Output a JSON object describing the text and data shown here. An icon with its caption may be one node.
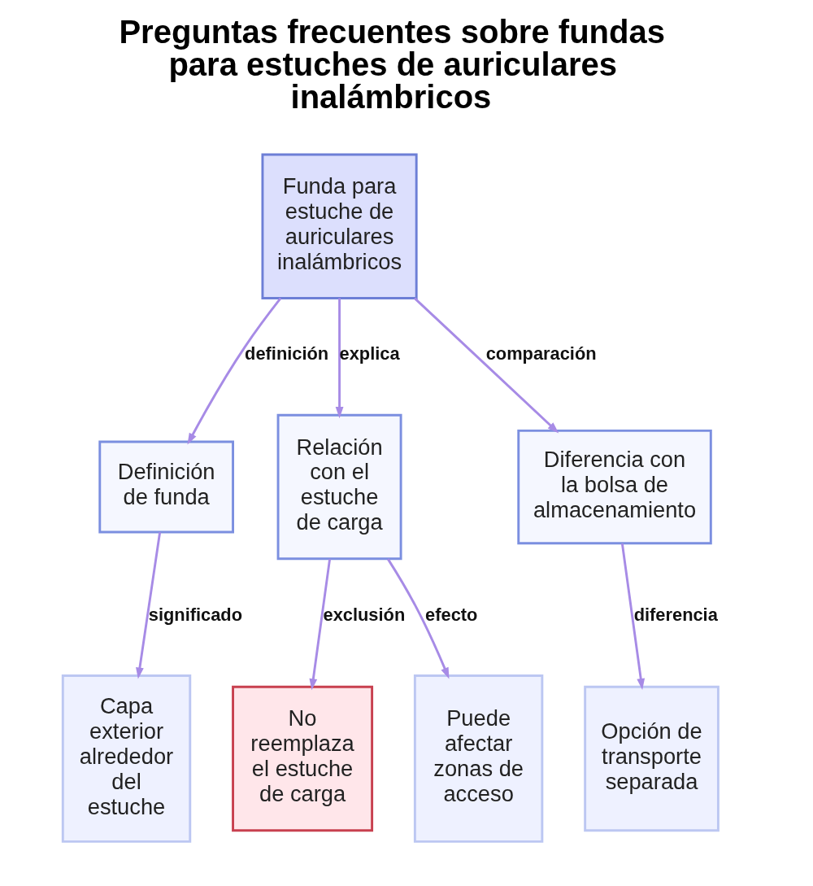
{
  "diagram": {
    "title": "Preguntas frecuentes sobre fundas para estuches de auriculares inalámbricos",
    "nodes": [
      {
        "text": [
          "Funda para estuche de auriculares inalámbricos"
        ]
      },
      {
        "text": [
          "Definición de funda"
        ]
      },
      {
        "text": [
          "Relación con el estuche de carga"
        ]
      },
      {
        "text": [
          "Diferencia con la bolsa de almacenamiento"
        ]
      },
      {
        "text": [
          "Capa exterior alrededor del estuche"
        ]
      },
      {
        "text": [
          "No reemplaza el estuche de carga"
        ]
      },
      {
        "text": [
          "Puede afectar zonas de acceso"
        ]
      },
      {
        "text": [
          "Opción de transporte separada"
        ]
      }
    ],
    "edges": [
      {
        "from": 0,
        "to": 1,
        "arrow": "to",
        "label": "definición"
      },
      {
        "from": 0,
        "to": 2,
        "arrow": "to",
        "label": "explica"
      },
      {
        "from": 0,
        "to": 3,
        "arrow": "to",
        "label": "comparación"
      },
      {
        "from": 1,
        "to": 4,
        "arrow": "to",
        "label": "significado"
      },
      {
        "from": 2,
        "to": 5,
        "arrow": "to",
        "label": "exclusión"
      },
      {
        "from": 2,
        "to": 6,
        "arrow": "to",
        "label": "efecto"
      },
      {
        "from": 3,
        "to": 7,
        "arrow": "to",
        "label": "diferencia"
      }
    ]
  }
}
